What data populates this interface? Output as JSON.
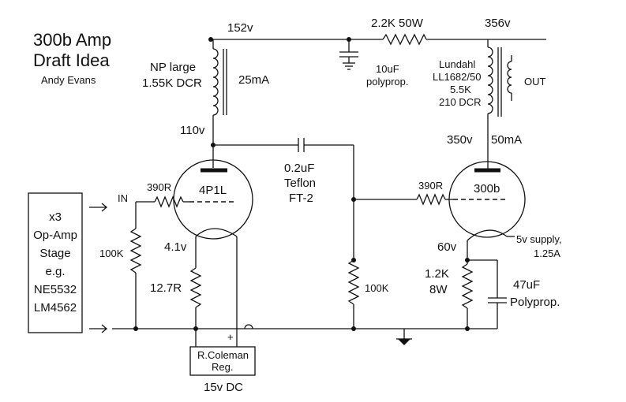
{
  "title": {
    "line1": "300b Amp",
    "line2": "Draft Idea",
    "author": "Andy Evans"
  },
  "opamp": {
    "lines": [
      "x3",
      "Op-Amp",
      "Stage",
      "e.g.",
      "NE5532",
      "LM4562"
    ]
  },
  "tubes": {
    "driver": "4P1L",
    "output": "300b"
  },
  "labels": {
    "v152": "152v",
    "v356": "356v",
    "r_dropper": "2.2K 50W",
    "cap_10uf_1": "10uF",
    "cap_10uf_2": "polyprop.",
    "choke_1": "NP large",
    "choke_2": "1.55K DCR",
    "choke_current": "25mA",
    "ot_1": "Lundahl",
    "ot_2": "LL1682/50",
    "ot_3": "5.5K",
    "ot_4": "210 DCR",
    "out": "OUT",
    "v110": "110v",
    "v350": "350v",
    "i50": "50mA",
    "coupling_1": "0.2uF",
    "coupling_2": "Teflon",
    "coupling_3": "FT-2",
    "grid_r1": "390R",
    "grid_r2": "390R",
    "in": "IN",
    "r100k_in": "100K",
    "v41": "4.1v",
    "cath_r": "12.7R",
    "r100k_grid": "100K",
    "v60": "60v",
    "supply_1": "5v supply,",
    "supply_2": "1.25A",
    "cath2_r1": "1.2K",
    "cath2_r2": "8W",
    "cath2_c1": "47uF",
    "cath2_c2": "Polyprop.",
    "reg_1": "R.Coleman",
    "reg_2": "Reg.",
    "plus": "+",
    "dc15": "15v DC"
  }
}
